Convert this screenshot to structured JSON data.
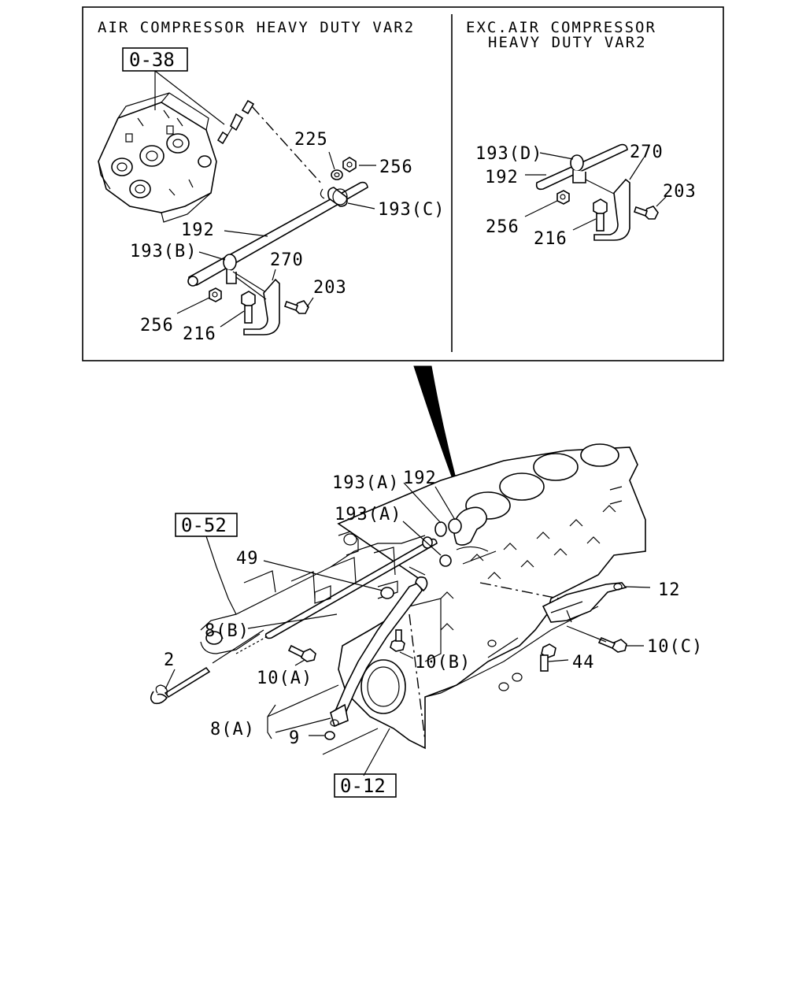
{
  "inset": {
    "left_title": "AIR COMPRESSOR HEAVY DUTY VAR2",
    "right_title_line1": "EXC.AIR COMPRESSOR",
    "right_title_line2": "HEAVY DUTY VAR2"
  },
  "refs": {
    "o38": "0-38",
    "o52": "0-52",
    "o12": "0-12"
  },
  "callouts": {
    "l_225": "225",
    "l_256a": "256",
    "l_193c": "193(C)",
    "l_192a": "192",
    "l_193b": "193(B)",
    "l_270a": "270",
    "l_203a": "203",
    "l_256b": "256",
    "l_216a": "216",
    "r_193d": "193(D)",
    "r_192": "192",
    "r_270": "270",
    "r_203": "203",
    "r_256": "256",
    "r_216": "216",
    "m_193a1": "193(A)",
    "m_192": "192",
    "m_193a2": "193(A)",
    "m_49": "49",
    "m_12": "12",
    "m_8b": "8(B)",
    "m_10c": "10(C)",
    "m_2": "2",
    "m_10b": "10(B)",
    "m_44": "44",
    "m_10a": "10(A)",
    "m_8a": "8(A)",
    "m_9": "9"
  }
}
